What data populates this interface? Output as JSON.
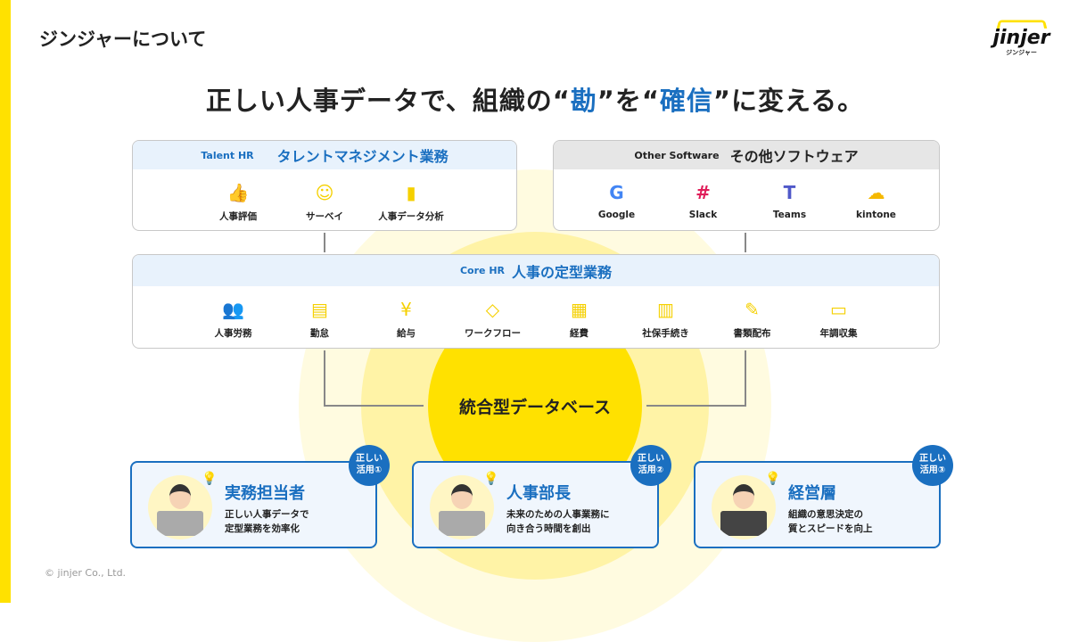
{
  "header": {
    "page_title": "ジンジャーについて",
    "logo_text": "jinjer",
    "logo_sub": "ジンジャー"
  },
  "headline": {
    "part1": "正しい人事データで、組織の“",
    "highlight1": "勘",
    "part2": "”を“",
    "highlight2": "確信",
    "part3": "”に変える。"
  },
  "talent": {
    "en": "Talent HR",
    "jp": "タレントマネジメント業務",
    "items": [
      {
        "label": "人事評価",
        "icon": "thumbs-up-icon"
      },
      {
        "label": "サーベイ",
        "icon": "chat-face-icon"
      },
      {
        "label": "人事データ分析",
        "icon": "bar-chart-icon"
      }
    ]
  },
  "other": {
    "en": "Other Software",
    "jp": "その他ソフトウェア",
    "items": [
      {
        "label": "Google",
        "icon": "google-icon"
      },
      {
        "label": "Slack",
        "icon": "slack-icon"
      },
      {
        "label": "Teams",
        "icon": "teams-icon"
      },
      {
        "label": "kintone",
        "icon": "kintone-icon"
      }
    ]
  },
  "core": {
    "en": "Core HR",
    "jp": "人事の定型業務",
    "items": [
      {
        "label": "人事労務",
        "icon": "people-icon"
      },
      {
        "label": "勤怠",
        "icon": "calendar-clock-icon"
      },
      {
        "label": "給与",
        "icon": "yen-bag-icon"
      },
      {
        "label": "ワークフロー",
        "icon": "workflow-icon"
      },
      {
        "label": "経費",
        "icon": "calculator-icon"
      },
      {
        "label": "社保手続き",
        "icon": "document-building-icon"
      },
      {
        "label": "書類配布",
        "icon": "document-pen-icon"
      },
      {
        "label": "年調収集",
        "icon": "yen-card-icon"
      }
    ]
  },
  "database": "統合型データベース",
  "cards": [
    {
      "badge1": "正しい",
      "badge2": "活用①",
      "title": "実務担当者",
      "desc1": "正しい人事データで",
      "desc2": "定型業務を効率化"
    },
    {
      "badge1": "正しい",
      "badge2": "活用②",
      "title": "人事部長",
      "desc1": "未来のための人事業務に",
      "desc2": "向き合う時間を創出"
    },
    {
      "badge1": "正しい",
      "badge2": "活用③",
      "title": "経営層",
      "desc1": "組織の意思決定の",
      "desc2": "質とスピードを向上"
    }
  ],
  "footer": "© jinjer Co., Ltd.",
  "colors": {
    "accent": "#1a6fc0",
    "yellow": "#ffe100"
  }
}
